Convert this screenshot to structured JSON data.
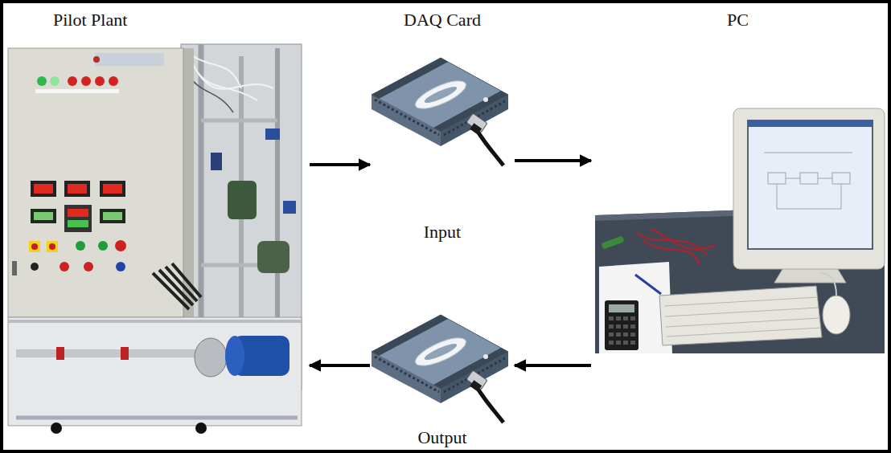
{
  "diagram": {
    "nodes": [
      {
        "text": [
          "Pilot Plant"
        ]
      },
      {
        "text": [
          "DAQ Card",
          "Input"
        ]
      },
      {
        "text": [
          "PC"
        ]
      },
      {
        "text": [
          "Output"
        ]
      }
    ],
    "edges": [
      {
        "from": 0,
        "to": 1,
        "arrow": "to"
      },
      {
        "from": 1,
        "to": 2,
        "arrow": "to"
      },
      {
        "from": 2,
        "to": 3,
        "arrow": "to"
      },
      {
        "from": 3,
        "to": 0,
        "arrow": "to"
      }
    ]
  }
}
